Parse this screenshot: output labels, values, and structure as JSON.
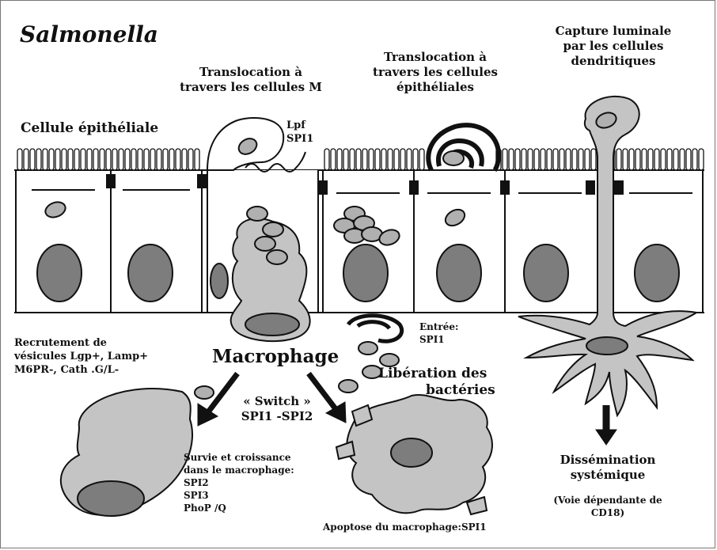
{
  "title": "Salmonella",
  "labels": {
    "epithelial_cell": "Cellule épithéliale",
    "translocation_m": [
      "Translocation à",
      "travers les cellules M"
    ],
    "translocation_epi": [
      "Translocation à",
      "travers les cellules",
      "épithéliales"
    ],
    "luminal_capture": [
      "Capture  luminale",
      "par les cellules",
      "dendritiques"
    ],
    "lpf": "Lpf",
    "spi1_top": "SPI1",
    "recruitment": [
      "Recrutement de",
      "vésicules  Lgp+, Lamp+",
      "M6PR-, Cath .G/L-"
    ],
    "macrophage": "Macrophage",
    "entry": [
      "Entrée:",
      "SPI1"
    ],
    "release": [
      "Libération des",
      "bactéries"
    ],
    "switch": [
      "« Switch  »",
      "SPI1 -SPI2"
    ],
    "survival": [
      "Survie et croissance",
      "dans le macrophage:",
      "SPI2",
      "SPI3",
      "PhoP /Q"
    ],
    "apoptosis": "Apoptose  du macrophage:SPI1",
    "dissemination": [
      "Dissémination",
      "systémique"
    ],
    "route": [
      "(Voie dépendante de",
      "CD18)"
    ]
  },
  "colors": {
    "cell_fill": "#ffffff",
    "nucleus": "#7d7d7d",
    "cytoplasm": "#c4c4c4",
    "ink": "#111111"
  }
}
